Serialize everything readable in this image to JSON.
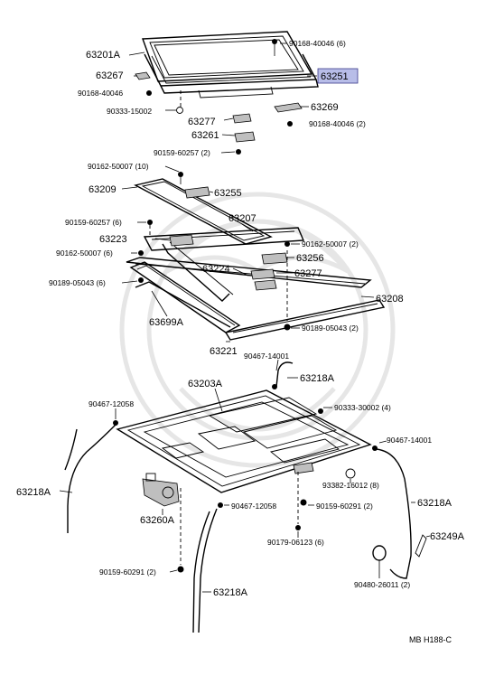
{
  "labels": {
    "l63201A": "63201A",
    "l90168_40046_6": "90168-40046 (6)",
    "l63251": "63251",
    "l63267": "63267",
    "l90168_40046": "90168-40046",
    "l90333_15002": "90333-15002",
    "l63277a": "63277",
    "l63269": "63269",
    "l63261": "63261",
    "l90168_40046_2": "90168-40046 (2)",
    "l90159_60257_2": "90159-60257 (2)",
    "l90162_50007_10": "90162-50007 (10)",
    "l63209": "63209",
    "l63255": "63255",
    "l63207": "63207",
    "l90159_60257_6": "90159-60257 (6)",
    "l63223": "63223",
    "l90162_50007_2": "90162-50007 (2)",
    "l90162_50007_6": "90162-50007 (6)",
    "l63256": "63256",
    "l63224": "63224",
    "l63277b": "63277",
    "l90189_05043_6": "90189-05043 (6)",
    "l63208": "63208",
    "l63699A": "63699A",
    "l90189_05043_2": "90189-05043 (2)",
    "l63221": "63221",
    "l90467_14001a": "90467-14001",
    "l63218A_a": "63218A",
    "l63203A": "63203A",
    "l90333_30002_4": "90333-30002 (4)",
    "l90467_12058a": "90467-12058",
    "l90467_14001b": "90467-14001",
    "l63218A_b": "63218A",
    "l93382_16012_8": "93382-16012 (8)",
    "l63218A_c": "63218A",
    "l63260A": "63260A",
    "l90467_12058b": "90467-12058",
    "l90159_60291_2a": "90159-60291 (2)",
    "l90179_06123_6": "90179-06123 (6)",
    "l63249A": "63249A",
    "l90159_60291_2b": "90159-60291 (2)",
    "l63218A_d": "63218A",
    "l90480_26011_2": "90480-26011 (2)"
  },
  "highlight_color": "#b8bde8",
  "footer_code": "MB  H188-C"
}
